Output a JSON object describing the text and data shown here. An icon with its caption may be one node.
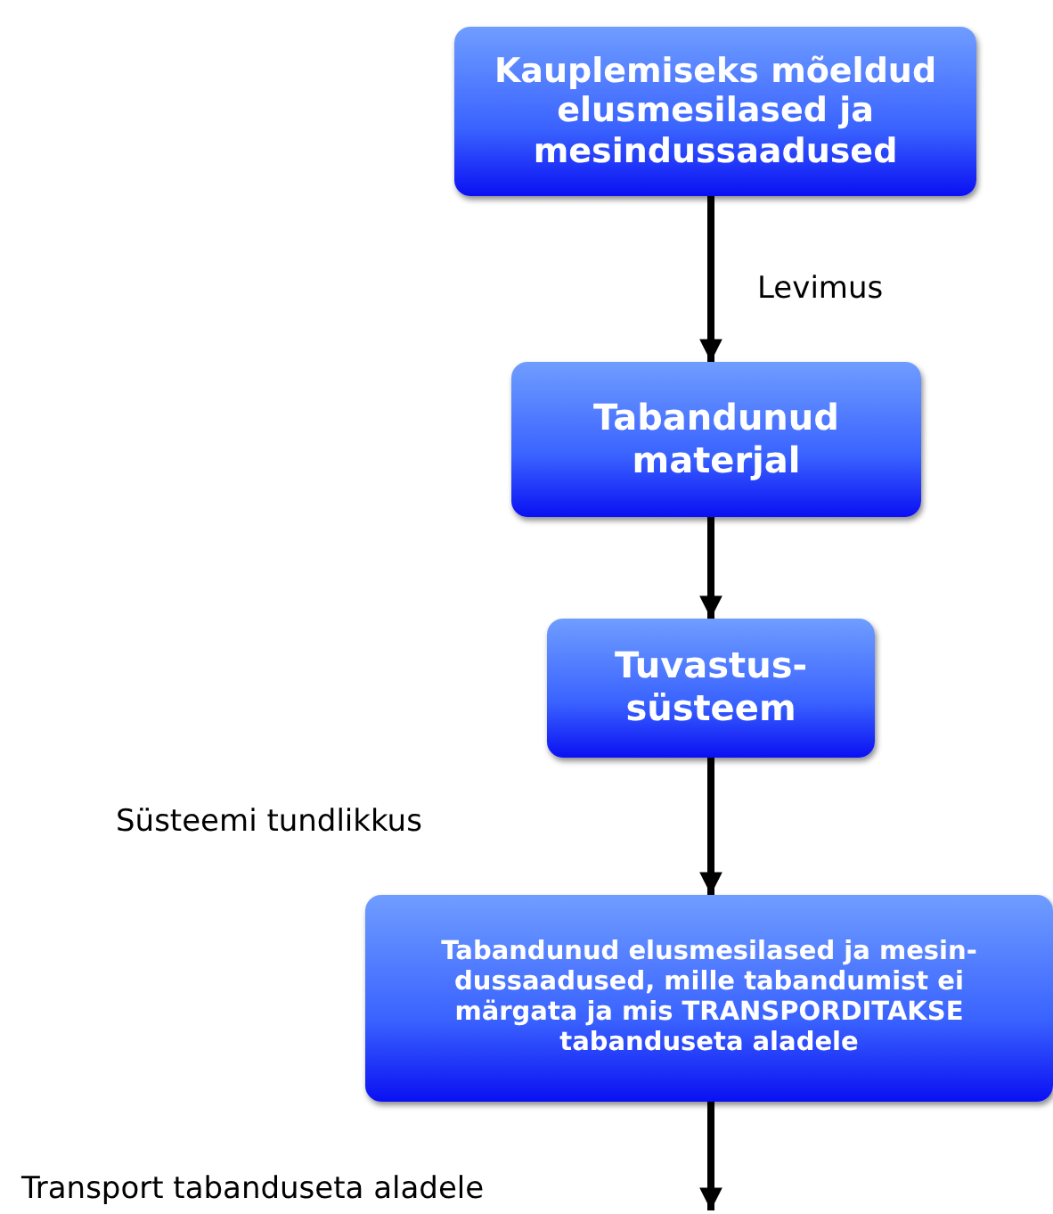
{
  "diagram": {
    "nodes": [
      {
        "text": [
          "Kauplemiseks mõeldud elusmesilased ja mesindussaadused"
        ]
      },
      {
        "text": [
          "Tabandunud materjal"
        ]
      },
      {
        "text": [
          "Tuvastus-süsteem"
        ]
      },
      {
        "text": [
          "Tabandunud elusmesilased ja mesin-dussaadused, mille tabandumist ei märgata ja mis TRANSPORDITAKSE tabanduseta aladele"
        ]
      }
    ],
    "edges": [
      {
        "from": 0,
        "to": 1,
        "arrow": "to",
        "label": "Levimus"
      },
      {
        "from": 1,
        "to": 2,
        "arrow": "to"
      },
      {
        "from": 2,
        "to": 3,
        "arrow": "to"
      },
      {
        "from": 3,
        "to": null,
        "arrow": "to"
      }
    ],
    "labels": [
      "Süsteemi tundlikkus",
      "Transport tabanduseta aladele"
    ]
  }
}
